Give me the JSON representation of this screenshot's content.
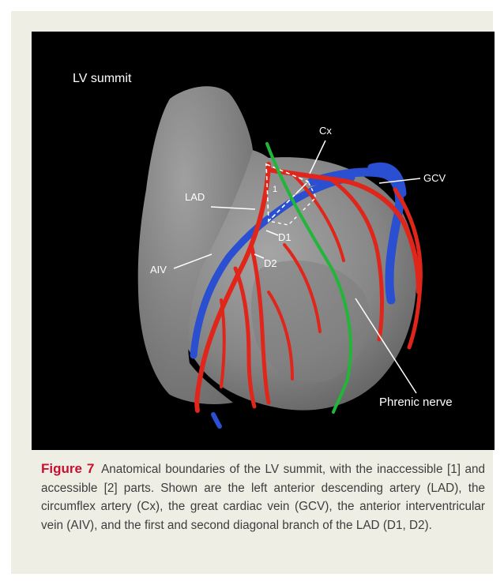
{
  "figure": {
    "panel_title": "LV summit",
    "labels": {
      "cx": "Cx",
      "gcv": "GCV",
      "lad": "LAD",
      "region1": "1",
      "d1": "D1",
      "aiv": "AIV",
      "d2": "D2",
      "phrenic": "Phrenic nerve"
    },
    "colors": {
      "background": "#000000",
      "heart": "#8a8a8a",
      "artery": "#e0261b",
      "vein": "#2a4fd0",
      "nerve": "#21b53a",
      "leader": "#ffffff"
    }
  },
  "caption": {
    "label": "Figure 7",
    "text": "Anatomical boundaries of the LV summit, with the inaccessible [1] and accessible [2] parts. Shown are the left anterior descending artery (LAD), the circumflex artery (Cx), the great cardiac vein (GCV), the anterior interventricular vein (AIV), and the first and second diagonal branch of the LAD (D1, D2)."
  }
}
